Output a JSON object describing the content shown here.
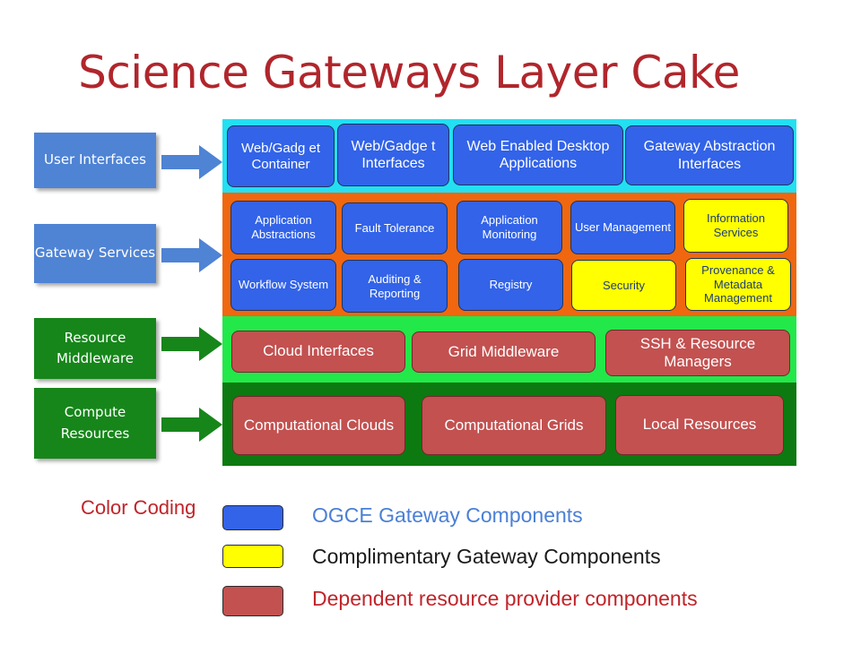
{
  "title": "Science Gateways Layer Cake",
  "colors": {
    "title": "#b0262c",
    "user_band": "#22e0f2",
    "gateway_band": "#f0670f",
    "resource_band": "#22e84a",
    "compute_band": "#0c7a10",
    "ogce_blue": "#3263e8",
    "complimentary_yellow": "#ffff00",
    "dependent_red": "#c25150"
  },
  "layers": {
    "user_interfaces": {
      "label": "User Interfaces",
      "boxes": [
        "Web/Gadg et Container",
        "Web/Gadge t Interfaces",
        "Web Enabled Desktop Applications",
        "Gateway Abstraction Interfaces"
      ]
    },
    "gateway_services": {
      "label": "Gateway Services",
      "boxes": [
        "Application Abstractions",
        "Fault Tolerance",
        "Application Monitoring",
        "User Management",
        "Information Services",
        "Workflow System",
        "Auditing & Reporting",
        "Registry",
        "Security",
        "Provenance & Metadata Management"
      ]
    },
    "resource_middleware": {
      "label": "Resource Middleware",
      "boxes": [
        "Cloud Interfaces",
        "Grid Middleware",
        "SSH & Resource Managers"
      ]
    },
    "compute_resources": {
      "label": "Compute Resources",
      "boxes": [
        "Computational Clouds",
        "Computational Grids",
        "Local Resources"
      ]
    }
  },
  "legend": {
    "heading": "Color Coding",
    "items": [
      {
        "label": "OGCE Gateway Components",
        "color": "#3263e8",
        "text_color": "#4a7fd6"
      },
      {
        "label": "Complimentary Gateway Components",
        "color": "#ffff00",
        "text_color": "#1a1a1a"
      },
      {
        "label": "Dependent resource provider components",
        "color": "#c25150",
        "text_color": "#c0242a"
      }
    ]
  }
}
